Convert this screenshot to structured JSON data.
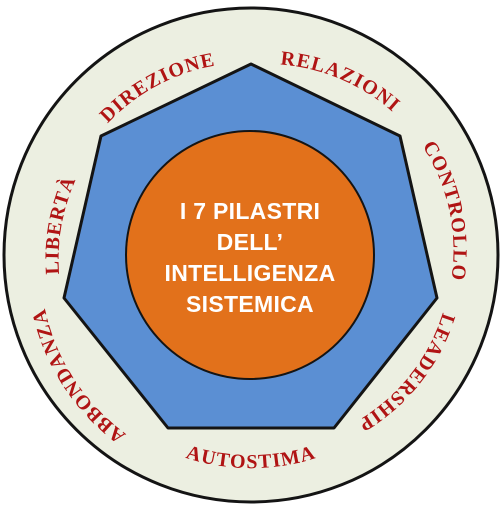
{
  "diagram": {
    "center": {
      "lines": [
        "I 7 PILASTRI",
        "DELL’",
        "INTELLIGENZA",
        "SISTEMICA"
      ]
    },
    "pillars": [
      {
        "id": "relazioni",
        "label": "RELAZIONI"
      },
      {
        "id": "controllo",
        "label": "CONTROLLO"
      },
      {
        "id": "leadership",
        "label": "LEADERSHIP"
      },
      {
        "id": "autostima",
        "label": "AUTOSTIMA"
      },
      {
        "id": "abbondanza",
        "label": "ABBONDANZA"
      },
      {
        "id": "liberta",
        "label": "LIBERTÀ"
      },
      {
        "id": "direzione",
        "label": "DIREZIONE"
      }
    ],
    "colors": {
      "outer_ring": "#ecefe1",
      "ring_border": "#141414",
      "heptagon": "#5b8fd3",
      "center_circle": "#e2711b",
      "label_text": "#b01414",
      "center_text": "#ffffff"
    }
  }
}
